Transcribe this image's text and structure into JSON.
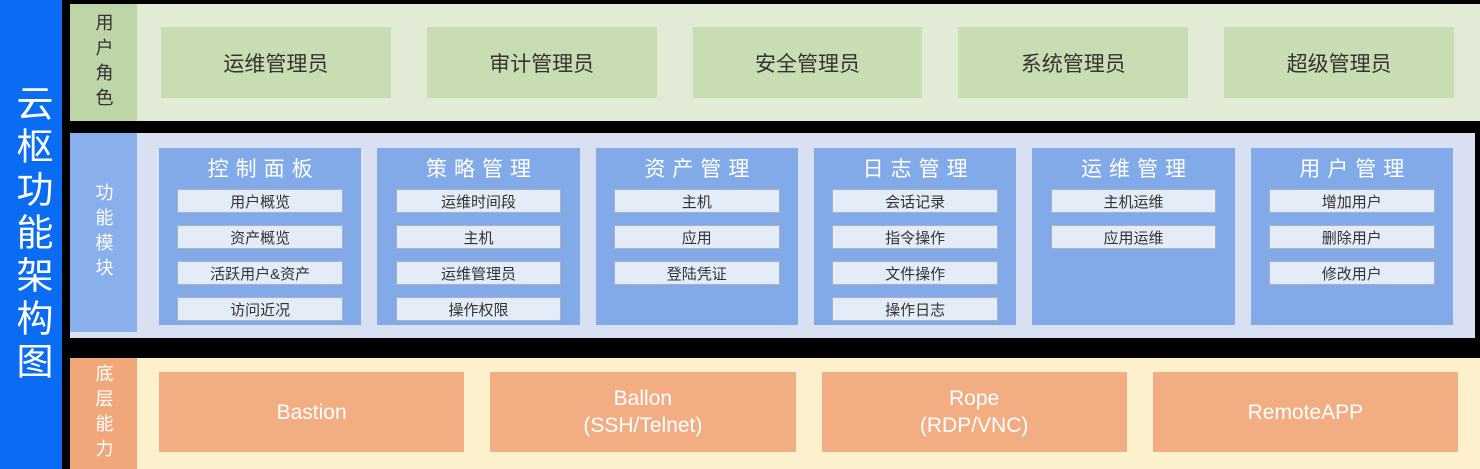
{
  "title": "云枢功能架构图",
  "colors": {
    "sidebar_blue": "#0a6cf2",
    "border_black": "#000000",
    "roles_bg": "#e1ebd6",
    "roles_label_bg": "#bdd5a7",
    "role_box_bg": "#c8ddb2",
    "modules_bg": "#d9e0f2",
    "module_label_bg": "#89afed",
    "module_column_bg": "#82aae9",
    "module_item_bg": "#e4ecf8",
    "caps_bg": "#fdf0cc",
    "cap_label_bg": "#f0a87b",
    "cap_box_bg": "#f2ae82",
    "text_dark": "#333333",
    "text_white": "#ffffff"
  },
  "sections": {
    "roles": {
      "label": "用户角色",
      "items": [
        "运维管理员",
        "审计管理员",
        "安全管理员",
        "系统管理员",
        "超级管理员"
      ]
    },
    "modules": {
      "label": "功能模块",
      "columns": [
        {
          "title": "控制面板",
          "items": [
            "用户概览",
            "资产概览",
            "活跃用户&资产",
            "访问近况"
          ]
        },
        {
          "title": "策略管理",
          "items": [
            "运维时间段",
            "主机",
            "运维管理员",
            "操作权限"
          ]
        },
        {
          "title": "资产管理",
          "items": [
            "主机",
            "应用",
            "登陆凭证"
          ]
        },
        {
          "title": "日志管理",
          "items": [
            "会话记录",
            "指令操作",
            "文件操作",
            "操作日志"
          ]
        },
        {
          "title": "运维管理",
          "items": [
            "主机运维",
            "应用运维"
          ]
        },
        {
          "title": "用户管理",
          "items": [
            "增加用户",
            "删除用户",
            "修改用户"
          ]
        }
      ]
    },
    "capabilities": {
      "label": "底层能力",
      "items": [
        [
          "Bastion"
        ],
        [
          "Ballon",
          "(SSH/Telnet)"
        ],
        [
          "Rope",
          "(RDP/VNC)"
        ],
        [
          "RemoteAPP"
        ]
      ]
    }
  }
}
